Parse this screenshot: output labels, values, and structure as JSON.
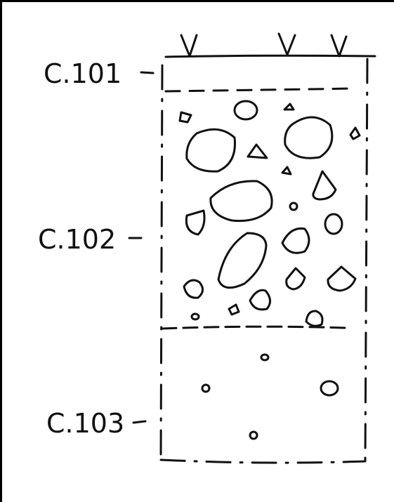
{
  "layers": [
    {
      "id": "c101",
      "label": "C.101"
    },
    {
      "id": "c102",
      "label": "C.102"
    },
    {
      "id": "c103",
      "label": "C.103"
    }
  ],
  "colors": {
    "ink": "#111111",
    "paper": "#ffffff"
  }
}
